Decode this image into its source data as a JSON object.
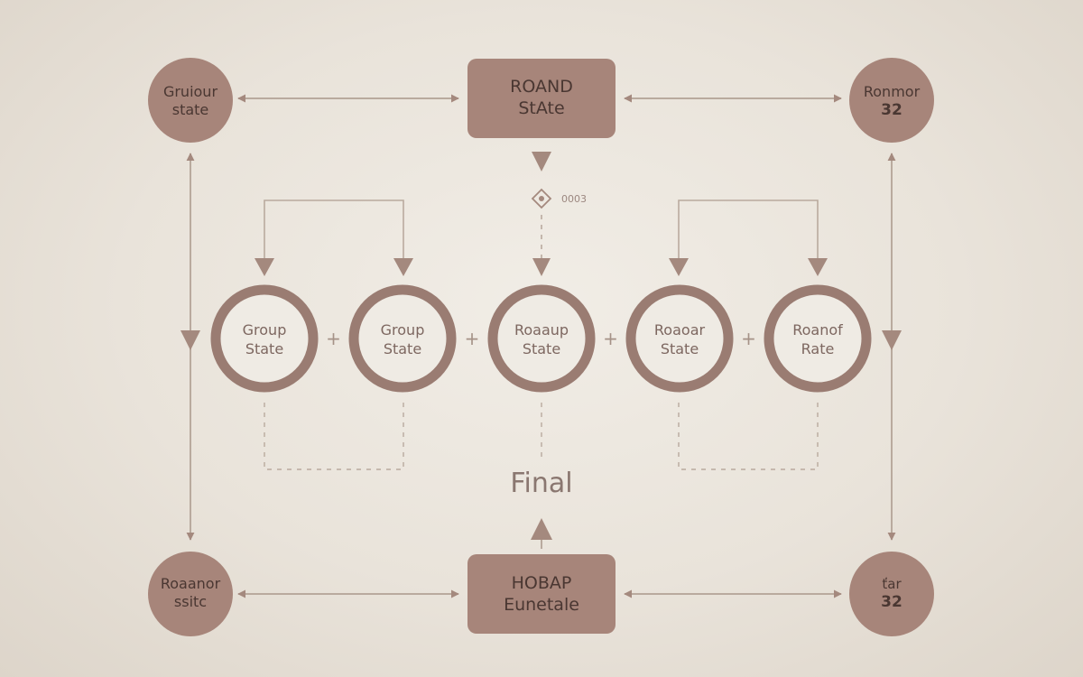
{
  "colors": {
    "node_fill": "#a7857a",
    "node_text": "#4a3732",
    "ring_stroke": "#9a7c72",
    "ring_text": "#7d6760",
    "arrow": "#b9aa9e",
    "arrow_head": "#a4897e",
    "background": "#ebe6de"
  },
  "corners": {
    "top_left": {
      "line1": "Gruiour",
      "line2": "state"
    },
    "top_right": {
      "line1": "Ronmor",
      "line2": "32"
    },
    "bottom_left": {
      "line1": "Roaanor",
      "line2": "ssitc"
    },
    "bottom_right": {
      "line1": "ťar",
      "line2": "32"
    }
  },
  "top_box": {
    "line1": "ROAND",
    "line2": "StAte"
  },
  "bottom_box": {
    "line1": "HOBAP",
    "line2": "Eunetale"
  },
  "center_marker": {
    "label": "0003"
  },
  "final_label": "Final",
  "rings": [
    {
      "line1": "Group",
      "line2": "State"
    },
    {
      "line1": "Group",
      "line2": "State"
    },
    {
      "line1": "Roaaup",
      "line2": "State"
    },
    {
      "line1": "Roaoar",
      "line2": "State"
    },
    {
      "line1": "Roanof",
      "line2": "Rate"
    }
  ],
  "separators": [
    "+",
    "+",
    "+",
    "+"
  ]
}
